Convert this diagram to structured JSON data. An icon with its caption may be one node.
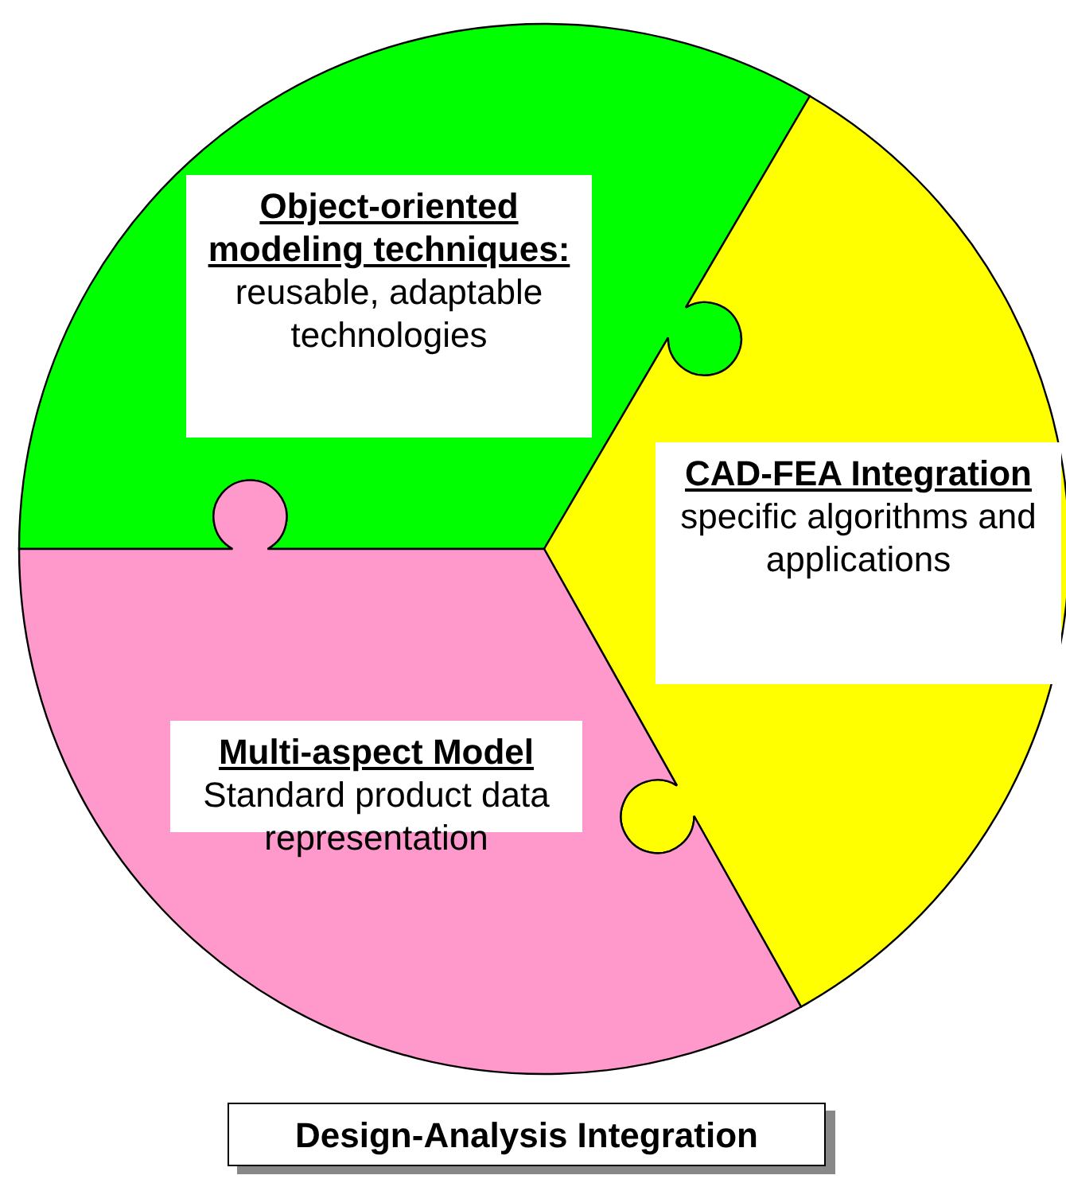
{
  "diagram": {
    "caption": "Design-Analysis Integration",
    "nodes": [
      {
        "text": [
          "Object-oriented modeling techniques:",
          "reusable, adaptable technologies"
        ]
      },
      {
        "text": [
          "CAD-FEA Integration",
          "specific algorithms and applications"
        ]
      },
      {
        "text": [
          "Multi-aspect Model",
          "Standard product data representation"
        ]
      }
    ]
  }
}
